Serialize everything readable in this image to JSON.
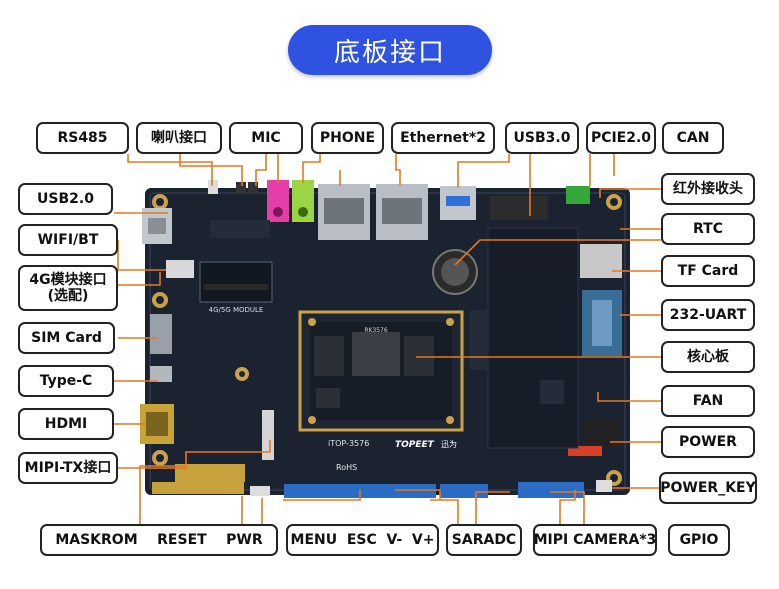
{
  "title": "底板接口",
  "labels": {
    "rs485": "RS485",
    "speaker": "喇叭接口",
    "mic": "MIC",
    "phone": "PHONE",
    "ethernet": "Ethernet*2",
    "usb3": "USB3.0",
    "pcie": "PCIE2.0",
    "can": "CAN",
    "usb2": "USB2.0",
    "wifi": "WIFI/BT",
    "module_4g_line1": "4G模块接口",
    "module_4g_line2": "(选配)",
    "sim": "SIM Card",
    "typec": "Type-C",
    "hdmi": "HDMI",
    "mipi_tx": "MIPI-TX接口",
    "ir": "红外接收头",
    "rtc": "RTC",
    "tf": "TF Card",
    "uart": "232-UART",
    "core": "核心板",
    "fan": "FAN",
    "power": "POWER",
    "power_key": "POWER_KEY",
    "keys_bottom": "MASKROM    RESET    PWR",
    "menu_keys": "MENU  ESC  V-  V+",
    "saradc": "SARADC",
    "mipi_camera": "MIPI CAMERA*3",
    "gpio": "GPIO"
  },
  "board_text": {
    "module_label": "4G/5G MODULE",
    "core_chip": "RK3576",
    "core_model": "iTOP-3576",
    "brand": "TOPEET",
    "brand_cn": "迅为",
    "rohs": "RoHS"
  },
  "colors": {
    "accent": "#2f52e0",
    "leader_lines": "#e8781e",
    "board": "#1b2230"
  }
}
